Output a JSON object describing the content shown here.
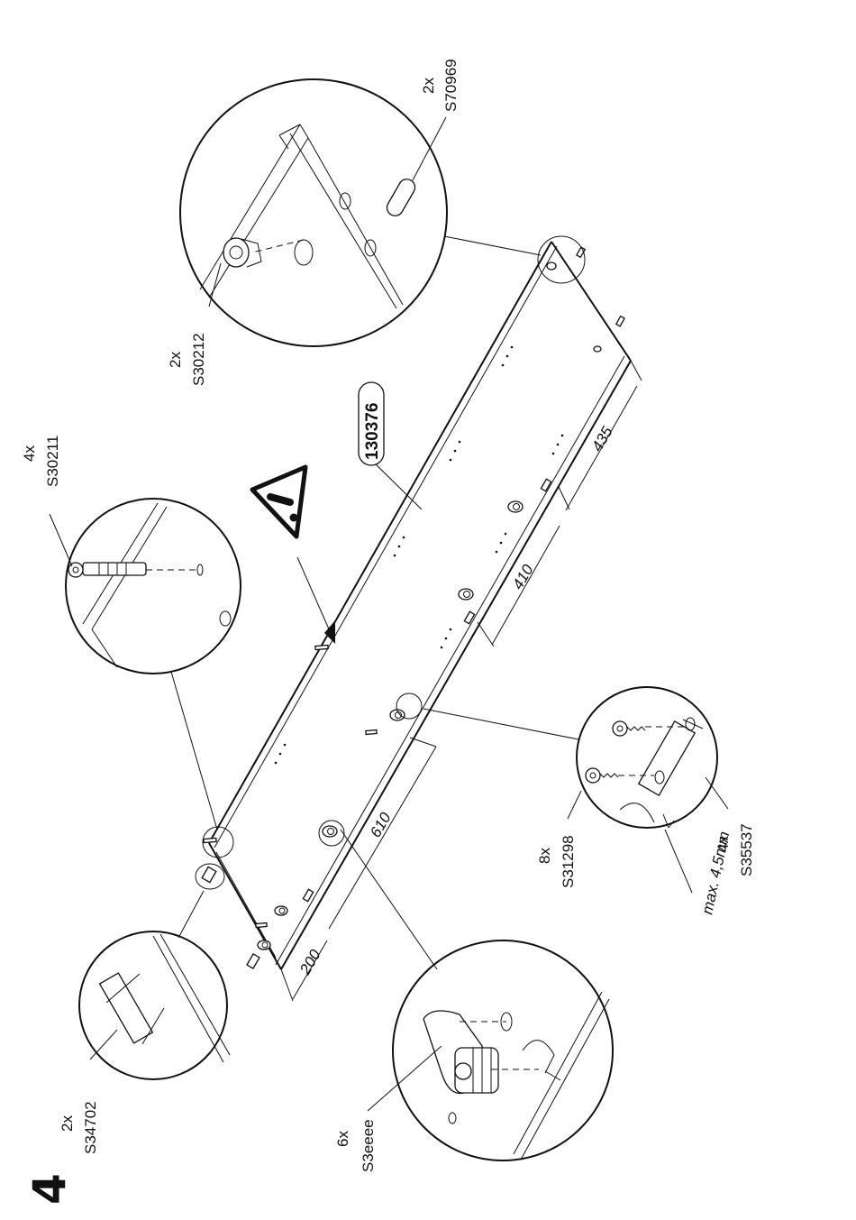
{
  "step_number": "4",
  "part_number": "130376",
  "dimensions": {
    "d200": "200",
    "d610": "610",
    "d410": "410",
    "d435": "435"
  },
  "callouts": {
    "s70969": {
      "qty": "2x",
      "code": "S70969"
    },
    "s30212": {
      "qty": "2x",
      "code": "S30212"
    },
    "s30211": {
      "qty": "4x",
      "code": "S30211"
    },
    "s31298": {
      "qty": "8x",
      "code": "S31298"
    },
    "s35537": {
      "qty": "4x",
      "code": "S35537"
    },
    "s34702": {
      "qty": "2x",
      "code": "S34702"
    },
    "s3eeee": {
      "qty": "6x",
      "code": "S3eeee"
    }
  },
  "note_max": "max. 4,5mm",
  "warning_icon": "exclamation-triangle-icon"
}
